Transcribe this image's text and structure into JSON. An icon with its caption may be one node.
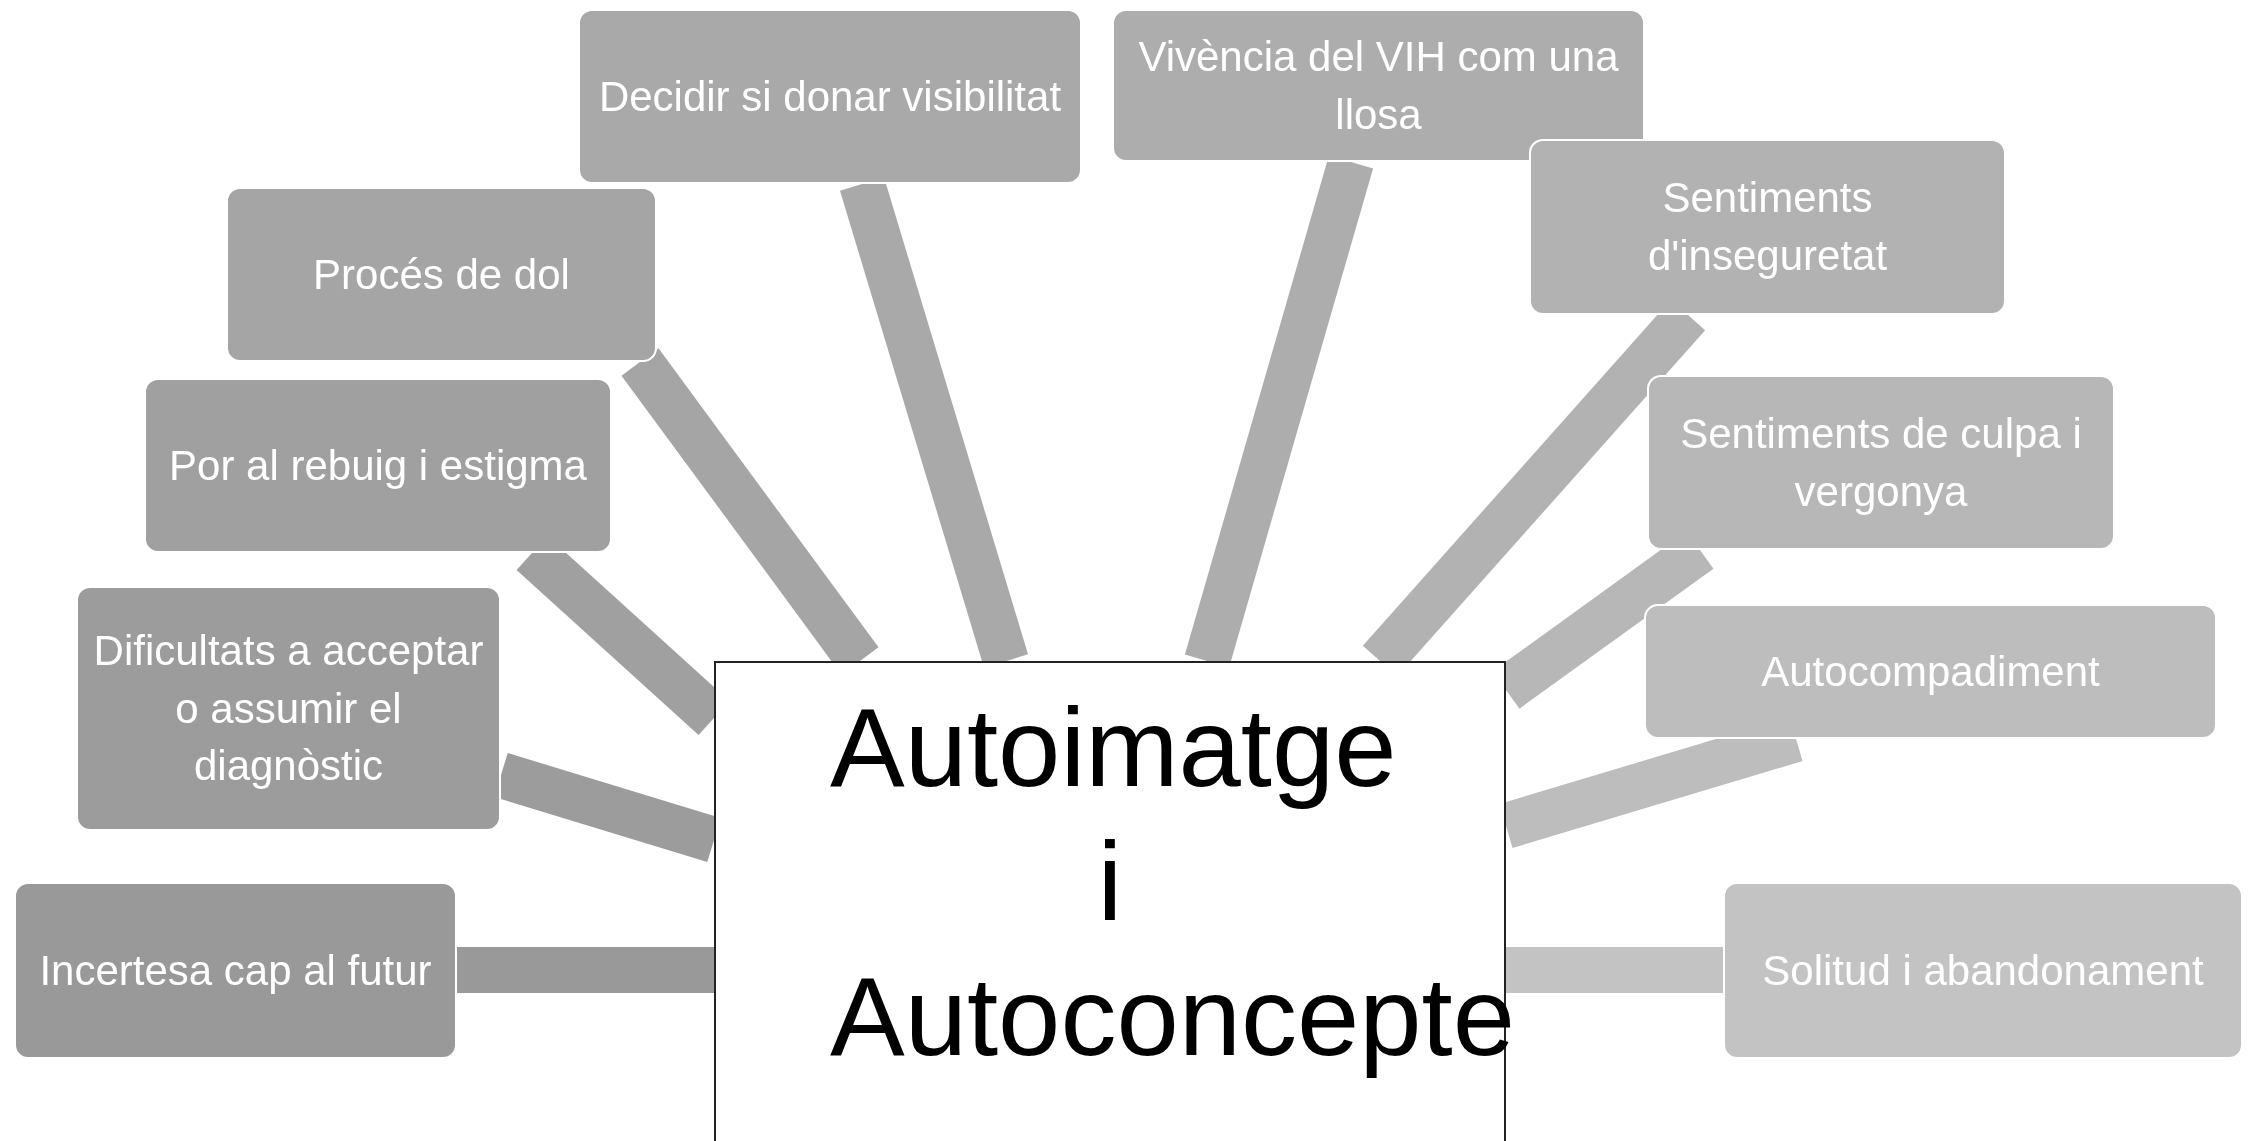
{
  "diagram": {
    "nodes": [
      {
        "text": [
          "Autoimatge i Autoconcepte"
        ]
      },
      {
        "text": [
          "Incertesa cap al futur"
        ]
      },
      {
        "text": [
          "Dificultats a acceptar o assumir el diagnòstic"
        ]
      },
      {
        "text": [
          "Por al rebuig i estigma"
        ]
      },
      {
        "text": [
          "Procés de dol"
        ]
      },
      {
        "text": [
          "Decidir si donar visibilitat"
        ]
      },
      {
        "text": [
          "Vivència del VIH com una llosa"
        ]
      },
      {
        "text": [
          "Sentiments d'inseguretat"
        ]
      },
      {
        "text": [
          "Sentiments de culpa i vergonya"
        ]
      },
      {
        "text": [
          "Autocompadiment"
        ]
      },
      {
        "text": [
          "Solitud i abandonament"
        ]
      }
    ],
    "edges": [
      {
        "from": 1,
        "to": 0,
        "arrow": "none"
      },
      {
        "from": 2,
        "to": 0,
        "arrow": "none"
      },
      {
        "from": 3,
        "to": 0,
        "arrow": "none"
      },
      {
        "from": 4,
        "to": 0,
        "arrow": "none"
      },
      {
        "from": 5,
        "to": 0,
        "arrow": "none"
      },
      {
        "from": 6,
        "to": 0,
        "arrow": "none"
      },
      {
        "from": 7,
        "to": 0,
        "arrow": "none"
      },
      {
        "from": 8,
        "to": 0,
        "arrow": "none"
      },
      {
        "from": 9,
        "to": 0,
        "arrow": "none"
      },
      {
        "from": 10,
        "to": 0,
        "arrow": "none"
      }
    ]
  }
}
